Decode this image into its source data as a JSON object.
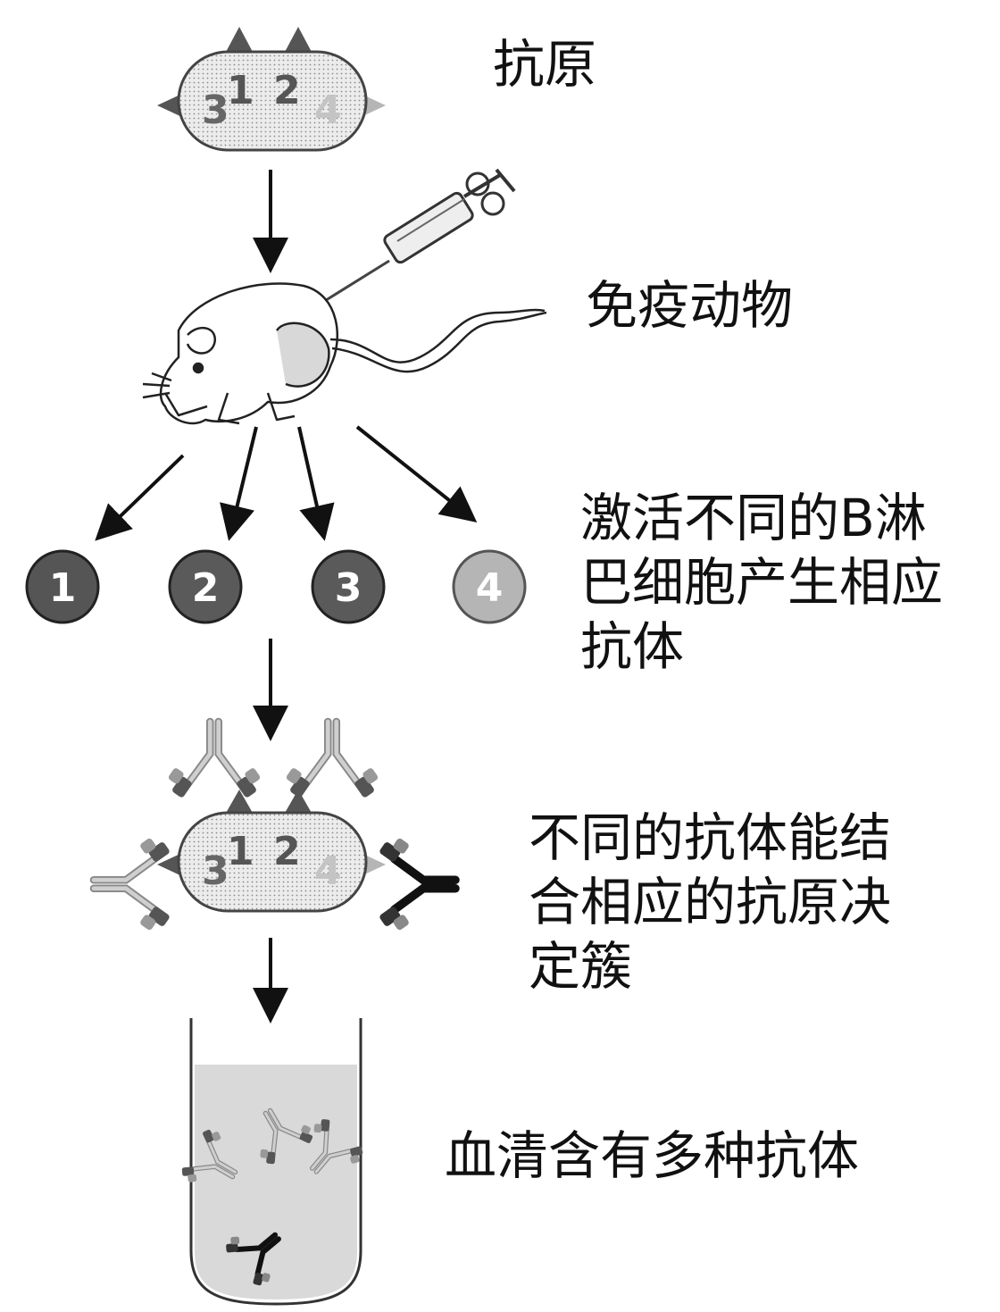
{
  "antigen": {
    "epitopes": [
      "1",
      "2",
      "3",
      "4"
    ]
  },
  "steps": [
    {
      "id": "antigen",
      "lines": [
        "抗原"
      ]
    },
    {
      "id": "immunize",
      "lines": [
        "免疫动物"
      ]
    },
    {
      "id": "activate",
      "lines": [
        "激活不同的B淋",
        "巴细胞产生相应",
        "抗体"
      ]
    },
    {
      "id": "bind",
      "lines": [
        "不同的抗体能结",
        "合相应的抗原决",
        "定簇"
      ]
    },
    {
      "id": "serum",
      "lines": [
        "血清含有多种抗体"
      ]
    }
  ],
  "b_cells": [
    "1",
    "2",
    "3",
    "4"
  ],
  "colors": {
    "dark": "#555555",
    "mid": "#7a7a7a",
    "light": "#b5b5b5",
    "black": "#111111",
    "serum": "#d9d9d9",
    "antigen_fill": "#e6e6e6"
  }
}
